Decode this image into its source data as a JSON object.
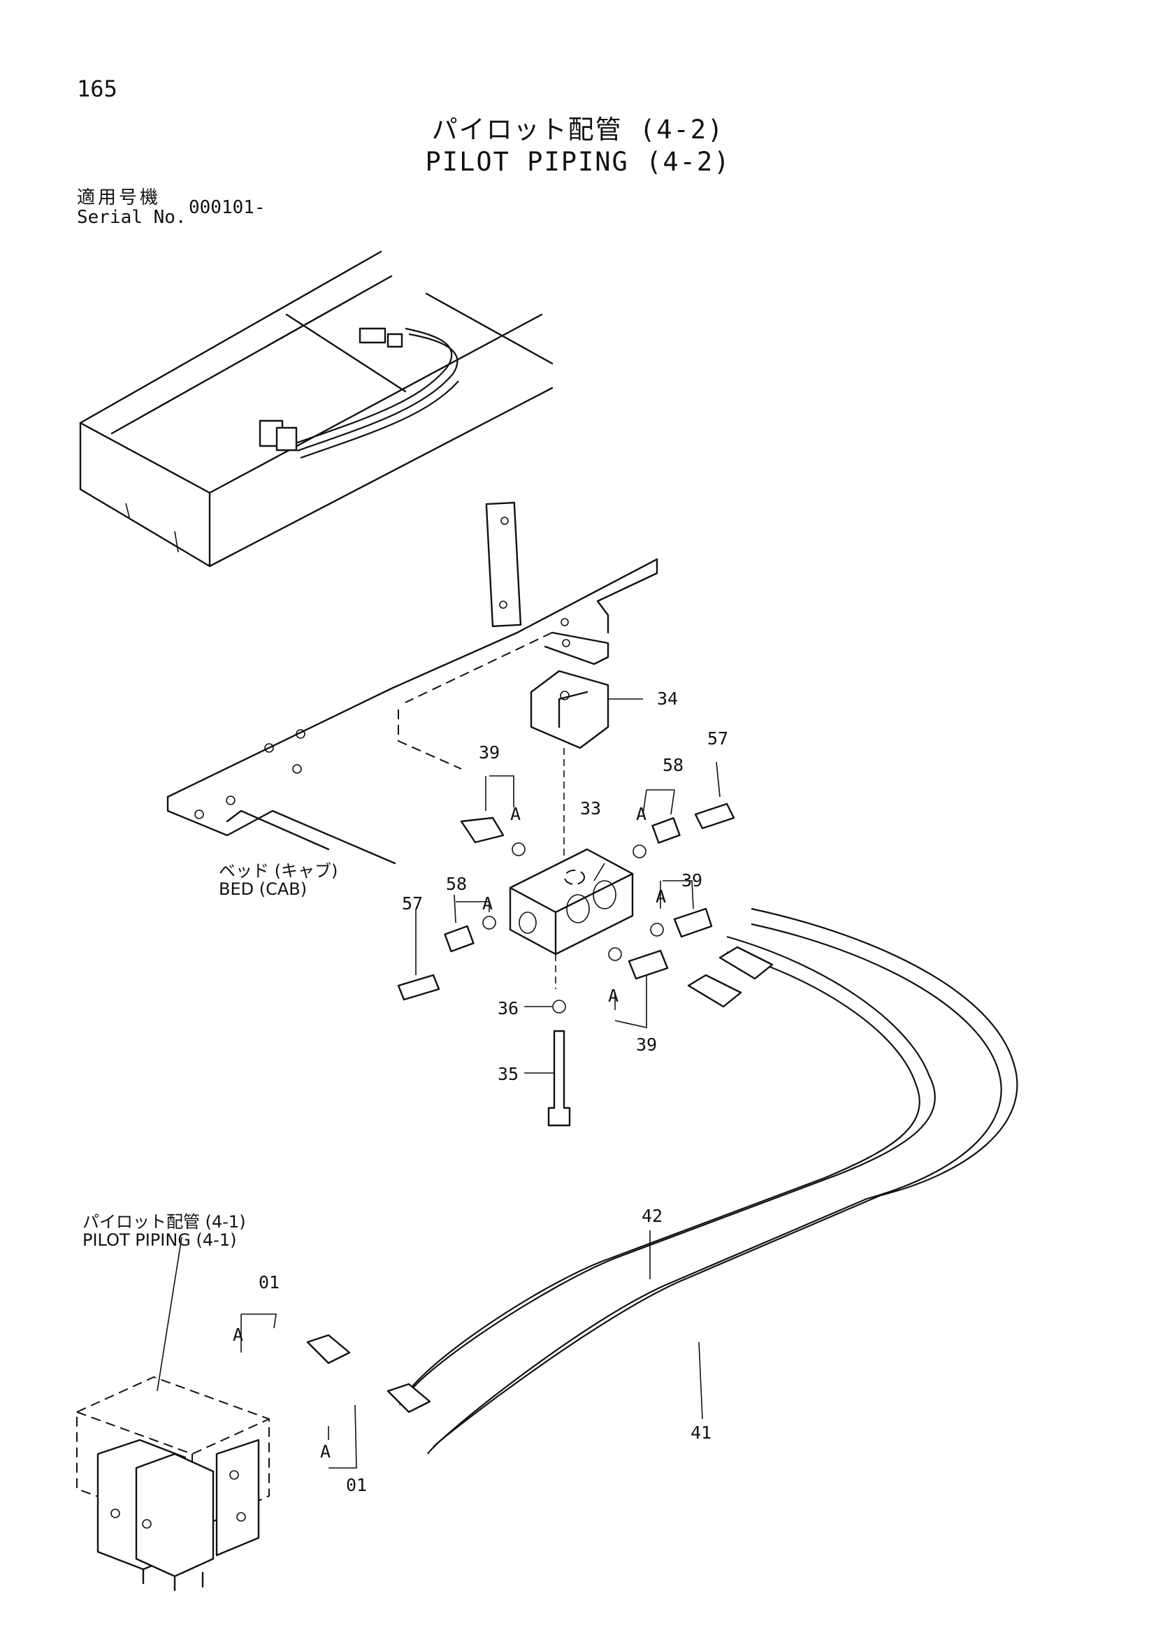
{
  "page": {
    "number": "165"
  },
  "title": {
    "jp": "パイロット配管 (4-2)",
    "en": "PILOT PIPING (4-2)"
  },
  "serial": {
    "label_jp": "適用号機",
    "label_en": "Serial No.",
    "value": "000101-"
  },
  "labels": {
    "bed_jp": "ベッド (キャブ)",
    "bed_en": "BED (CAB)",
    "ref_jp": "パイロット配管 (4-1)",
    "ref_en": "PILOT PIPING (4-1)"
  },
  "callouts": {
    "c34": "34",
    "c39a": "39",
    "c39b": "39",
    "c39c": "39",
    "c58a": "58",
    "c58b": "58",
    "c57a": "57",
    "c57b": "57",
    "c33": "33",
    "c36": "36",
    "c35": "35",
    "c42": "42",
    "c41": "41",
    "c01a": "01",
    "c01b": "01",
    "a1": "A",
    "a2": "A",
    "a3": "A",
    "a4": "A",
    "a5": "A",
    "a6": "A",
    "a7": "A"
  }
}
